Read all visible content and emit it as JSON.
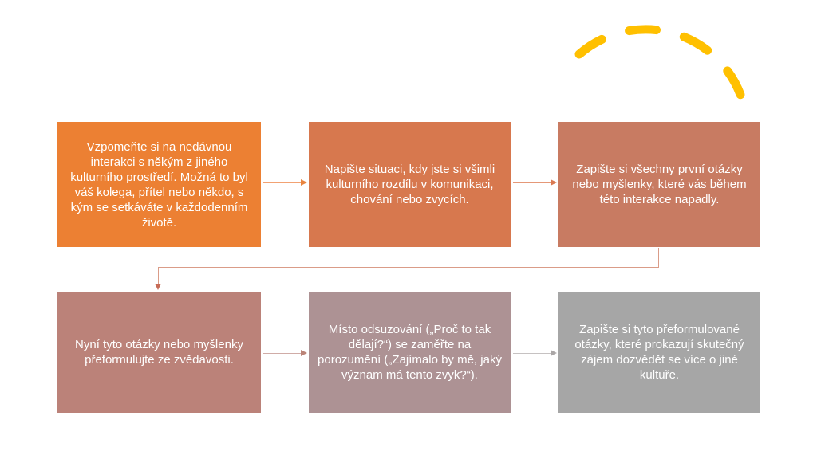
{
  "slide": {
    "background": "#FFFFFF",
    "decoration": {
      "arc_color": "#FFC000"
    },
    "steps": [
      {
        "text": "Vzpomeňte si na nedávnou interakci s někým z jiného kulturního prostředí. Možná to byl váš kolega, přítel nebo někdo, s kým se setkáváte v každodenním životě.",
        "fill": "#EC8033",
        "text_color": "#FFFFFF"
      },
      {
        "text": "Napište situaci, kdy jste si všimli kulturního rozdílu v komunikaci, chování nebo zvycích.",
        "fill": "#D7784E",
        "text_color": "#FFFFFF"
      },
      {
        "text": "Zapište si všechny první otázky nebo myšlenky, které vás během této interakce napadly.",
        "fill": "#C87B62",
        "text_color": "#FFFFFF"
      },
      {
        "text": "Nyní tyto otázky nebo myšlenky přeformulujte ze zvědavosti.",
        "fill": "#BB8279",
        "text_color": "#FFFFFF"
      },
      {
        "text": "Místo odsuzování („Proč to tak dělají?“) se zaměřte na porozumění („Zajímalo by mě, jaký význam má tento zvyk?“).",
        "fill": "#AD9294",
        "text_color": "#FFFFFF"
      },
      {
        "text": "Zapište si tyto přeformulované otázky, které prokazují skutečný zájem dozvědět se více o jiné kultuře.",
        "fill": "#A6A6A6",
        "text_color": "#FFFFFF"
      }
    ],
    "connectors": [
      {
        "line": "#F2A273",
        "head": "#E9843F"
      },
      {
        "line": "#E59878",
        "head": "#DA7A52"
      },
      {
        "line": "#DA9C88",
        "head": "#C76C57"
      },
      {
        "line": "#D0ACA7",
        "head": "#BB8478"
      },
      {
        "line": "#C6C2C2",
        "head": "#ABA7A7"
      }
    ]
  }
}
